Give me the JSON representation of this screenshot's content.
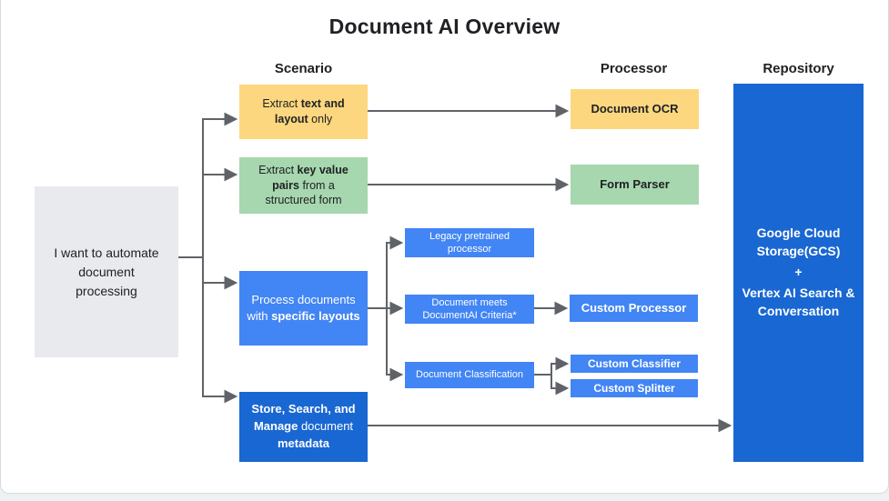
{
  "title": "Document AI Overview",
  "column_headers": {
    "scenario": "Scenario",
    "processor": "Processor",
    "repository": "Repository"
  },
  "start_box": {
    "text": "I want to automate document processing"
  },
  "scenario_boxes": {
    "extract_text": {
      "segments": [
        {
          "t": "Extract ",
          "b": 0
        },
        {
          "t": "text and layout",
          "b": 1
        },
        {
          "t": " only",
          "b": 0
        }
      ]
    },
    "extract_key_value": {
      "segments": [
        {
          "t": "Extract ",
          "b": 0
        },
        {
          "t": "key value pairs",
          "b": 1
        },
        {
          "t": " from a structured form",
          "b": 0
        }
      ]
    },
    "specific_layouts": {
      "segments": [
        {
          "t": "Process documents with ",
          "b": 0
        },
        {
          "t": "specific layouts",
          "b": 1
        }
      ]
    },
    "store_search": {
      "segments": [
        {
          "t": "Store, Search, and Manage",
          "b": 1
        },
        {
          "t": " document ",
          "b": 0
        },
        {
          "t": "metadata",
          "b": 1
        }
      ]
    }
  },
  "intermediate_boxes": {
    "legacy": {
      "text": "Legacy pretrained processor"
    },
    "criteria": {
      "text": "Document meets DocumentAI Criteria*"
    },
    "classification": {
      "text": "Document Classification"
    }
  },
  "processor_boxes": {
    "ocr": "Document OCR",
    "form_parser": "Form Parser",
    "custom_processor": "Custom Processor",
    "custom_classifier": "Custom Classifier",
    "custom_splitter": "Custom Splitter"
  },
  "repository_box": {
    "lines": [
      "Google Cloud Storage(GCS)",
      "+",
      "Vertex AI Search & Conversation"
    ]
  },
  "colors": {
    "yellow": "#fcd77f",
    "green": "#a6d7ae",
    "blue": "#4285f4",
    "dark-blue": "#1967d2",
    "gray": "#e8eaed",
    "connector": "#5f6368",
    "text": "#202124"
  }
}
